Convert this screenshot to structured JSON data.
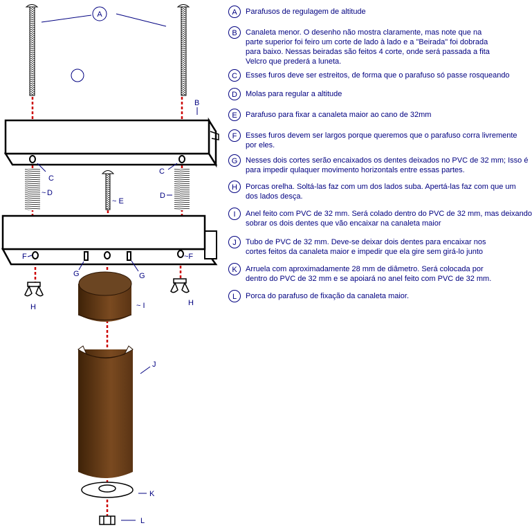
{
  "diagram_labels": {
    "A": "A",
    "B": "B",
    "C": "C",
    "D": "D",
    "E": "~ E",
    "F_left": "F",
    "F_right": "~F",
    "G": "G",
    "H": "H",
    "I": "~ I",
    "J": "J",
    "K": "K",
    "L": "L"
  },
  "colors": {
    "accent": "#000080",
    "dashes": "#cc0000",
    "pvc_dark": "#4a2a10",
    "pvc_light": "#8b5a2b"
  },
  "legend": [
    {
      "letter": "A",
      "text": "Parafusos de regulagem de altitude"
    },
    {
      "letter": "B",
      "text": "Canaleta menor. O desenho não mostra claramente, mas note que na\nparte superior foi feiro um corte de lado à lado e a \"Beirada\" foi dobrada\npara baixo. Nessas beiradas são feitos 4 corte, onde será passada a fita\nVelcro que prederá a luneta."
    },
    {
      "letter": "C",
      "text": "Esses furos deve ser estreitos, de forma que o parafuso só passe rosqueando"
    },
    {
      "letter": "D",
      "text": "Molas para regular a altitude"
    },
    {
      "letter": "E",
      "text": "Parafuso para fixar a canaleta maior ao cano de 32mm"
    },
    {
      "letter": "F",
      "text": "Esses furos devem ser largos porque queremos que o parafuso corra livremente\npor eles."
    },
    {
      "letter": "G",
      "text": "Nesses dois cortes serão encaixados os dentes deixados no PVC de 32 mm; Isso é\npara impedir qulaquer movimento horizontals entre essas partes."
    },
    {
      "letter": "H",
      "text": "Porcas orelha. Soltá-las faz com um dos lados suba. Apertá-las faz com que um\ndos lados desça."
    },
    {
      "letter": "I",
      "text": "Anel feito com PVC de 32 mm. Será colado dentro do PVC de 32 mm, mas deixando\nsobrar os dois dentes que vão encaixar na canaleta maior"
    },
    {
      "letter": "J",
      "text": "Tubo de PVC de 32 mm. Deve-se deixar dois dentes para encaixar nos\ncortes feitos da canaleta  maior  e impedir que ela gire sem girá-lo junto"
    },
    {
      "letter": "K",
      "text": "Arruela com aproximadamente 28 mm de diâmetro. Será colocada por\ndentro do PVC de 32 mm e se apoiará no anel feito com PVC de 32 mm."
    },
    {
      "letter": "L",
      "text": "Porca do parafuso de fixação da canaleta maior."
    }
  ]
}
